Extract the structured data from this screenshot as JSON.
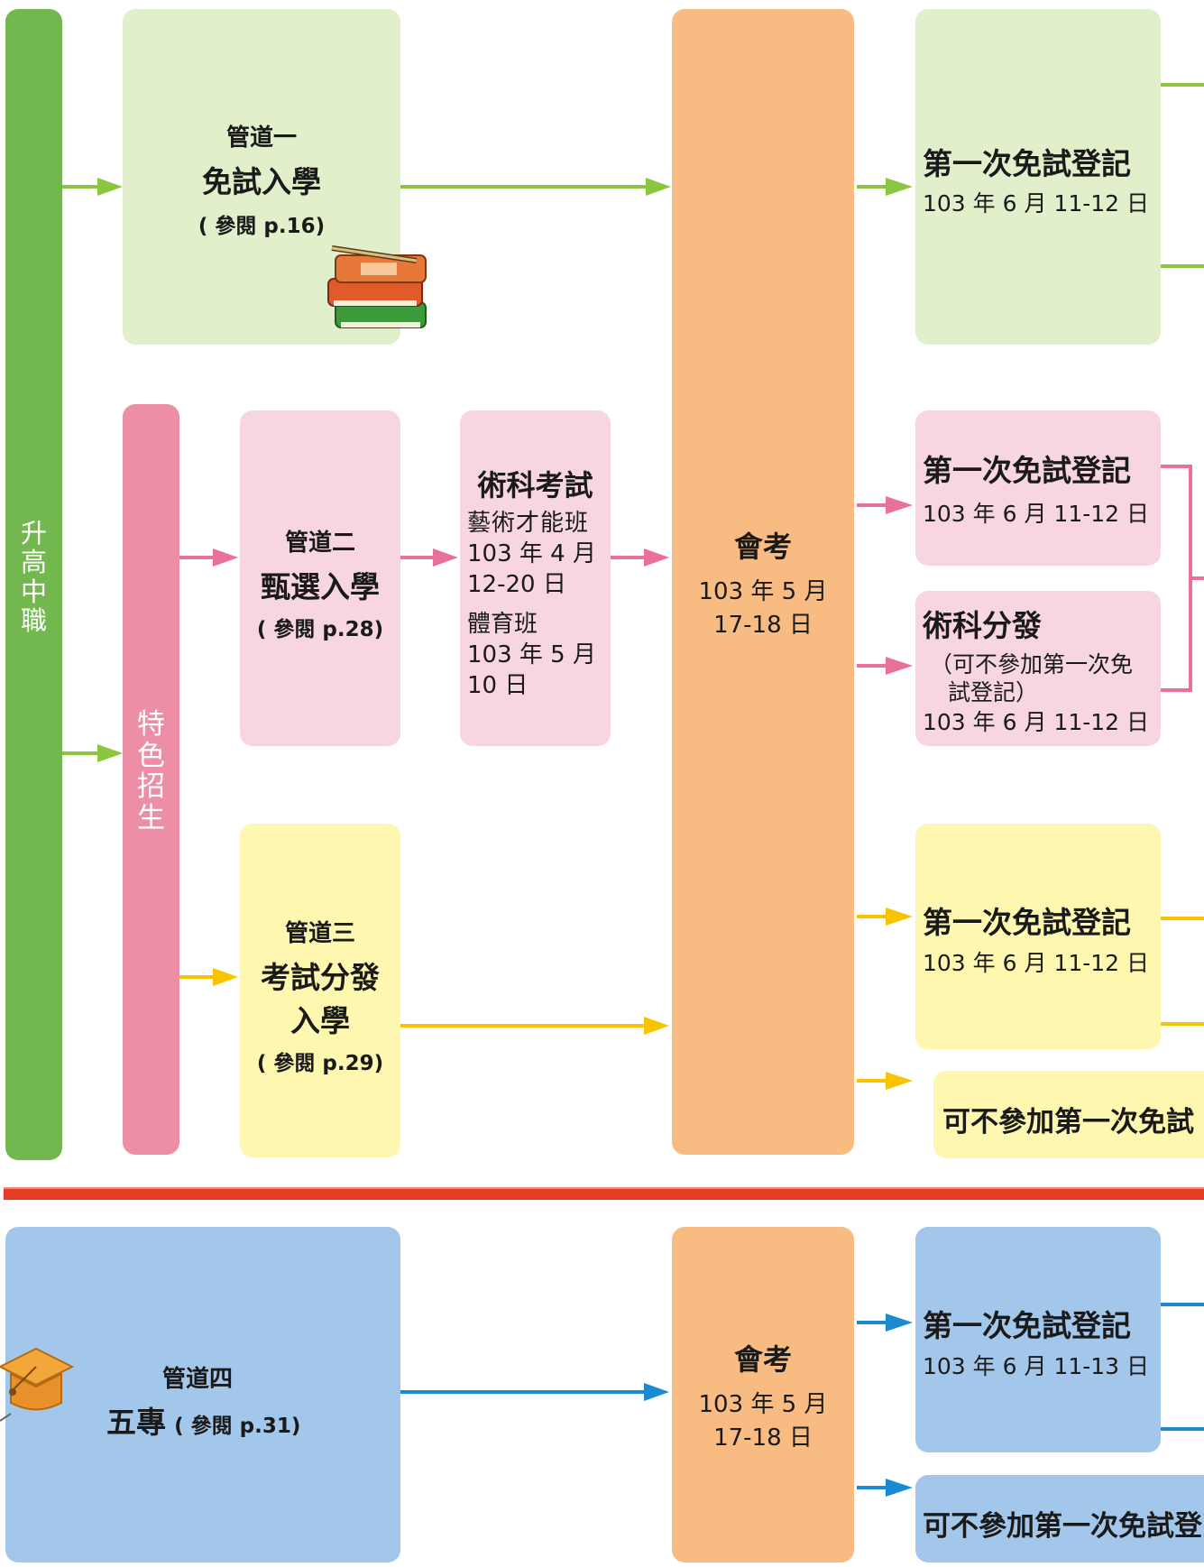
{
  "colors": {
    "green_dark": "#72b84f",
    "green_light": "#e2efcb",
    "green_line": "#8cc540",
    "pink_dark": "#ec8ea6",
    "pink_light": "#f8d6df",
    "pink_line": "#e8709a",
    "yellow_light": "#fdf7b0",
    "yellow_line": "#f8c400",
    "orange": "#f8bc82",
    "blue_light": "#a3c7ea",
    "blue_line": "#1a8bd0",
    "red_divider": "#e43d26"
  },
  "side_bar": {
    "label": "升高中職"
  },
  "featured_bar": {
    "label": "特色招生"
  },
  "channel1": {
    "title": "管道一",
    "name": "免試入學",
    "ref": "( 參閱 p.16)",
    "icon": "books-icon"
  },
  "channel2": {
    "title": "管道二",
    "name": "甄選入學",
    "ref": "( 參閱 p.28)"
  },
  "skill_exam": {
    "title": "術科考試",
    "art_label": "藝術才能班",
    "art_date_1": "103 年 4 月",
    "art_date_2": "12-20 日",
    "sport_label": "體育班",
    "sport_date_1": "103 年 5 月",
    "sport_date_2": "10 日"
  },
  "channel3": {
    "title": "管道三",
    "name_1": "考試分發",
    "name_2": "入學",
    "ref": "( 參閱 p.29)"
  },
  "exam_top": {
    "title": "會考",
    "date_1": "103 年 5 月",
    "date_2": "17-18 日"
  },
  "reg_green": {
    "title": "第一次免試登記",
    "date": "103 年 6 月 11-12 日"
  },
  "reg_pink": {
    "title": "第一次免試登記",
    "date": "103 年 6 月 11-12 日"
  },
  "skill_assign": {
    "title": "術科分發",
    "note_1": "（可不參加第一次免",
    "note_2": "試登記）",
    "date": "103 年 6 月 11-12 日"
  },
  "reg_yellow": {
    "title": "第一次免試登記",
    "date": "103 年 6 月 11-12 日"
  },
  "optional_yellow": {
    "text": "可不參加第一次免試"
  },
  "channel4": {
    "title": "管道四",
    "name": "五專",
    "ref": "( 參閱 p.31)",
    "icon": "graduation-cap-icon"
  },
  "exam_bottom": {
    "title": "會考",
    "date_1": "103 年 5 月",
    "date_2": "17-18 日"
  },
  "reg_blue": {
    "title": "第一次免試登記",
    "date": "103 年 6 月 11-13 日"
  },
  "optional_blue": {
    "text": "可不參加第一次免試登"
  }
}
